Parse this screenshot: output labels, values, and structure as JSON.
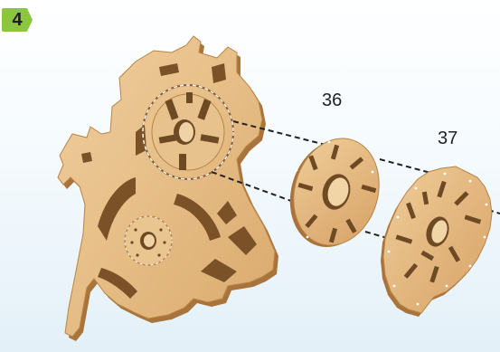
{
  "step": {
    "number": "4",
    "badge_color": "#8cc63f"
  },
  "parts": [
    {
      "id": "36",
      "label": "36"
    },
    {
      "id": "37",
      "label": "37"
    }
  ],
  "colors": {
    "wood_face": "#e7c08b",
    "wood_edge": "#b27d43",
    "wood_dark": "#6e4a24",
    "guide_line": "#222222"
  }
}
